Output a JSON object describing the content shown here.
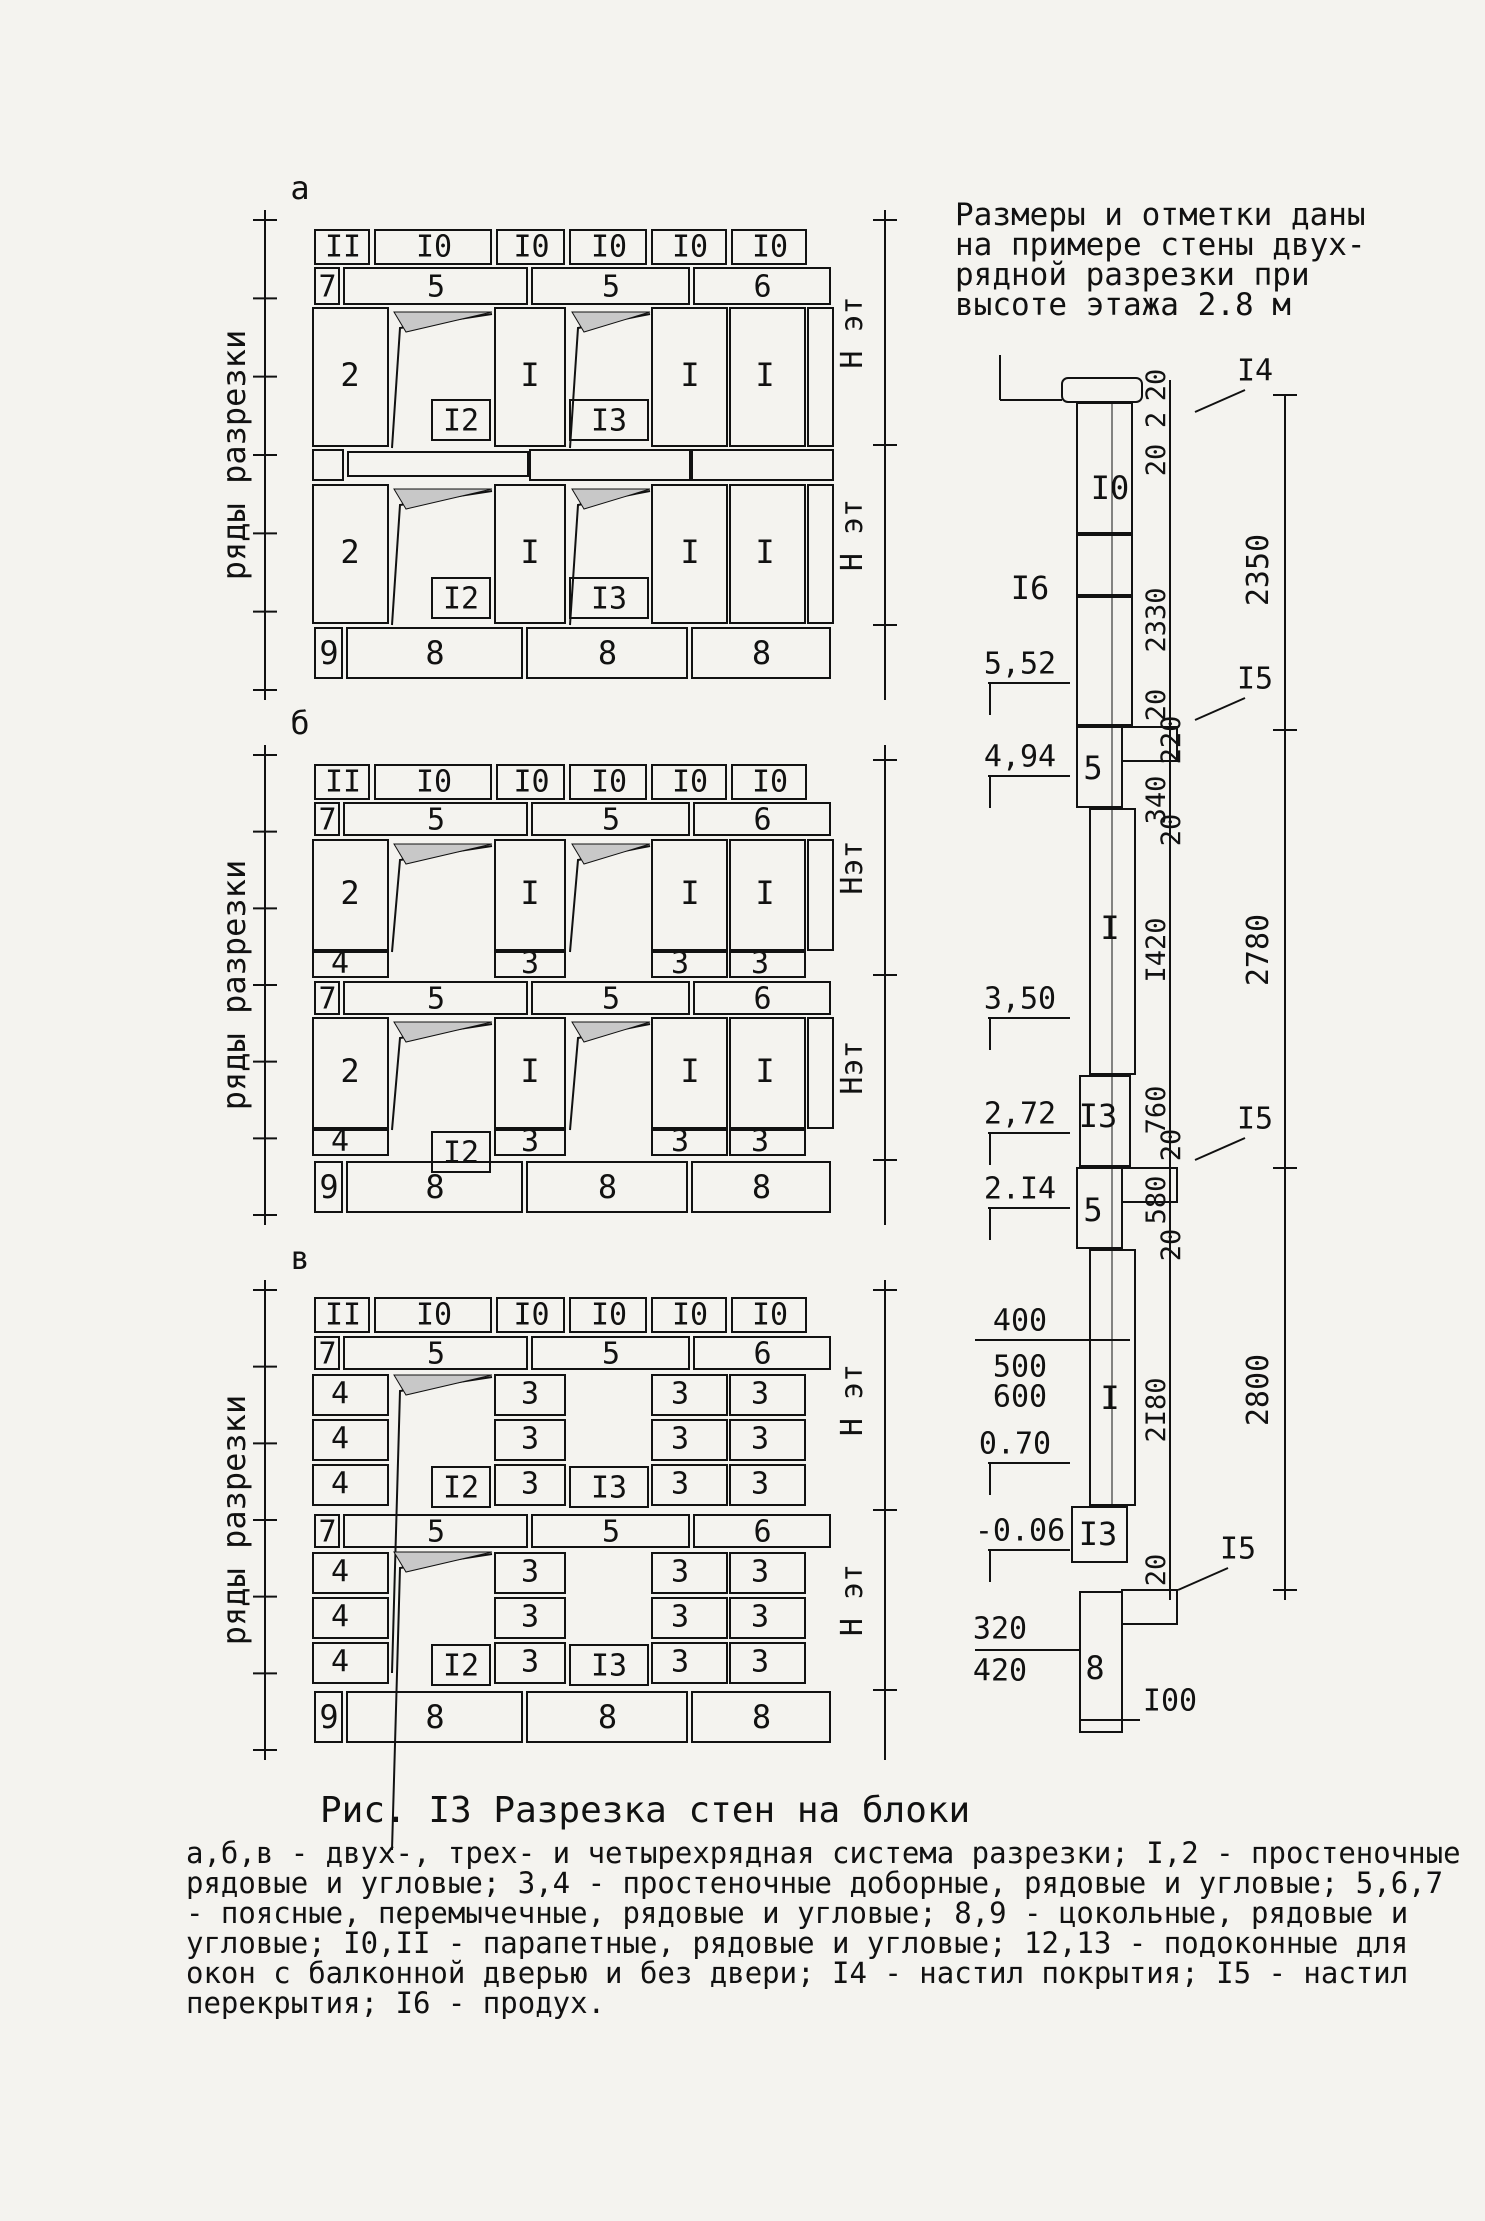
{
  "note": "Размеры и отметки даны\nна примере стены двух-\nрядной разрезки при\nвысоте этажа 2.8 м",
  "caption": {
    "title": "Рис. I3  Разрезка стен на блоки",
    "text": "а,б,в - двух-, трех- и четырехрядная система разрезки; I,2 - простеночные рядовые и угловые; 3,4 - простеночные доборные, рядовые и угловые; 5,6,7 - поясные, перемычечные, рядовые и угловые; 8,9 - цокольные, рядовые и угловые; I0,II - парапетные, рядовые и угловые; 12,13 - подоконные для окон с балконной дверью и без двери; I4 - настил покрытия; I5 - настил перекрытия; I6 - продух."
  },
  "panels": [
    {
      "id": "a",
      "letter": "а",
      "side_label": "ряды разрезки",
      "floor_label": "Н эт",
      "parapet": [
        "II",
        "I0",
        "I0",
        "I0",
        "I0",
        "I0"
      ],
      "belt": [
        "7",
        "5",
        "5",
        "6"
      ],
      "pier_row": [
        "2",
        "I",
        "I",
        "I"
      ],
      "sill": [
        "I2",
        "I3"
      ],
      "plinth": [
        "9",
        "8",
        "8",
        "8"
      ]
    },
    {
      "id": "b",
      "letter": "б",
      "side_label": "ряды разрезки",
      "floor_label": "Нэт",
      "parapet": [
        "II",
        "I0",
        "I0",
        "I0",
        "I0",
        "I0"
      ],
      "belt": [
        "7",
        "5",
        "5",
        "6"
      ],
      "pier_row": [
        "2",
        "I",
        "I",
        "I"
      ],
      "small_row": [
        "4",
        "3",
        "3",
        "3"
      ],
      "sill": [
        "I2"
      ],
      "plinth": [
        "9",
        "8",
        "8",
        "8"
      ]
    },
    {
      "id": "c",
      "letter": "в",
      "side_label": "ряды разрезки",
      "floor_label": "Н эт",
      "parapet": [
        "II",
        "I0",
        "I0",
        "I0",
        "I0",
        "I0"
      ],
      "belt": [
        "7",
        "5",
        "5",
        "6"
      ],
      "small_row": [
        "4",
        "3",
        "3",
        "3"
      ],
      "sill": [
        "I2",
        "I3"
      ],
      "plinth": [
        "9",
        "8",
        "8",
        "8"
      ]
    }
  ],
  "section": {
    "elevations": [
      "5,52",
      "4,94",
      "3,50",
      "2,72",
      "2.I4",
      "0.70",
      "-0.06"
    ],
    "block_labels": [
      "I0",
      "I6",
      "5",
      "I",
      "I3",
      "5",
      "I",
      "I3",
      "8"
    ],
    "callouts": [
      "I4",
      "I5",
      "I5",
      "I5"
    ],
    "dims_inner": [
      "20",
      "2",
      "20",
      "2330",
      "20",
      "220",
      "340",
      "20",
      "I420",
      "760",
      "20",
      "580",
      "20",
      "2I80",
      "20"
    ],
    "dims_outer": [
      "2350",
      "2780",
      "2800"
    ],
    "widths": [
      "400",
      "500",
      "600",
      "320",
      "420",
      "I00"
    ]
  }
}
